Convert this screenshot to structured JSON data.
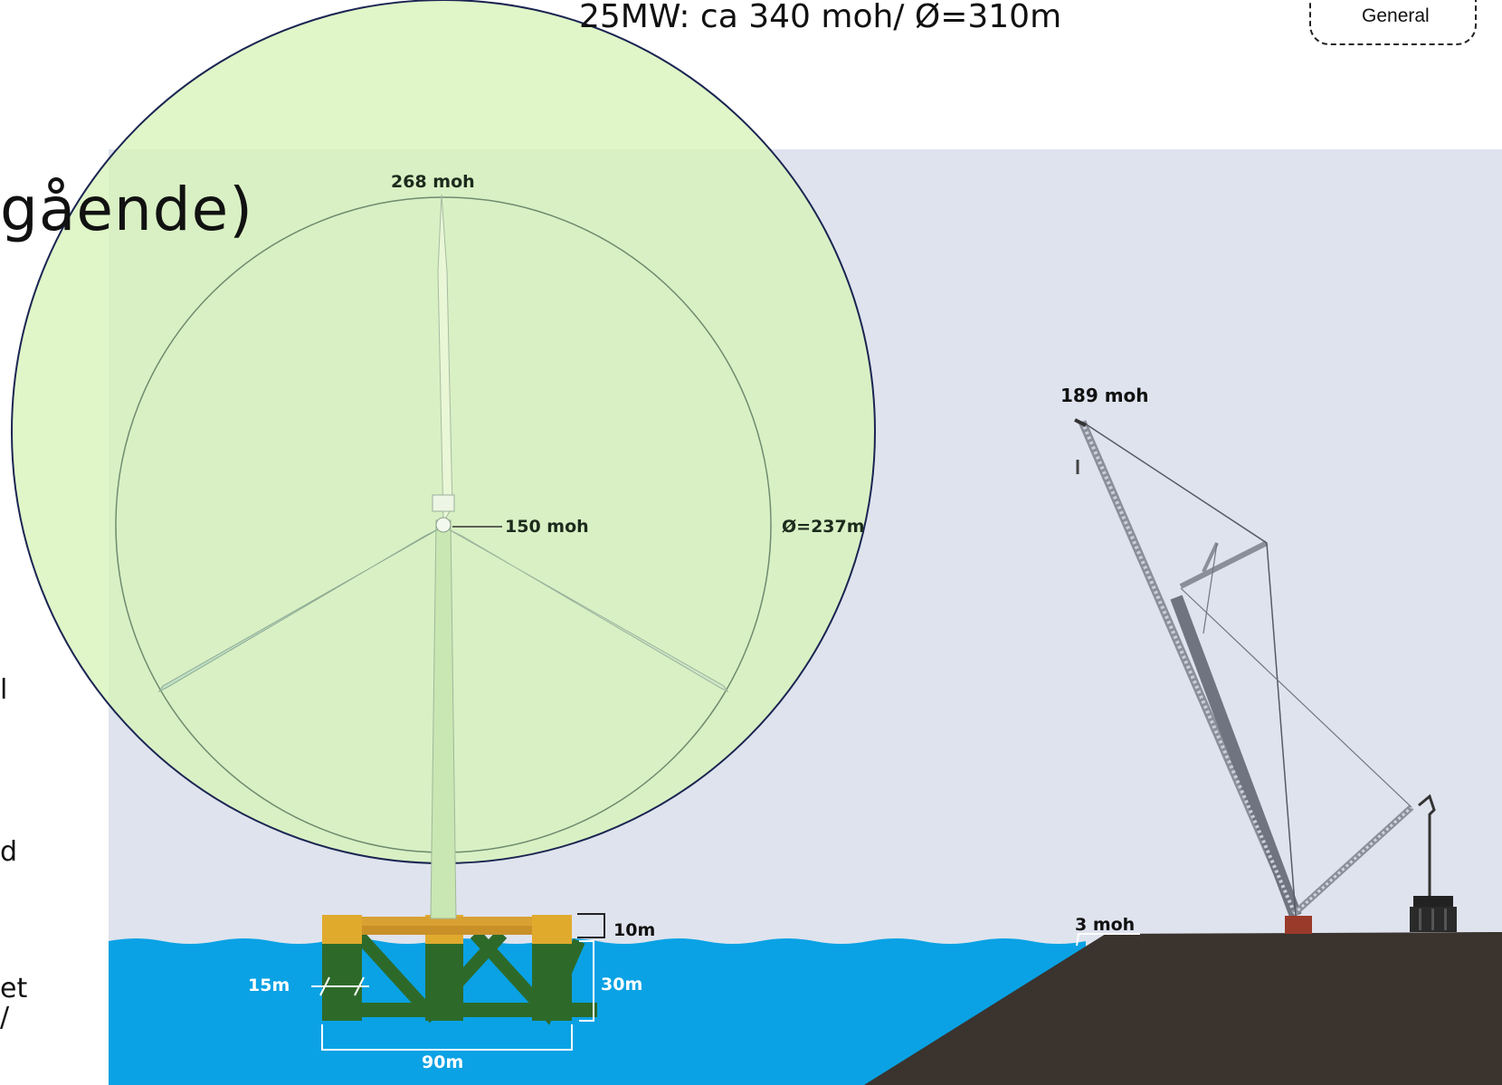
{
  "header": {
    "turbine_spec": "25MW: ca 340 moh/ Ø=310m",
    "classification_badge": "General"
  },
  "slide": {
    "title_fragment": "gående)",
    "side_fragments": [
      "l",
      "d",
      "et",
      "/"
    ]
  },
  "figure": {
    "tip_height": "268 moh",
    "hub_height": "150 moh",
    "rotor_diameter": "Ø=237m",
    "platform_above_water": "10m",
    "column_diameter": "15m",
    "platform_draft": "30m",
    "platform_width": "90m",
    "crane_height": "189 moh",
    "quay_height": "3 moh"
  },
  "colors": {
    "sky": "#dfe3ee",
    "sea": "#0aa2e4",
    "ground": "#3a332e",
    "overlay_fill": "#dcf7c0",
    "overlay_stroke": "#1a2552",
    "platform_yellow": "#e0aa2d",
    "platform_green": "#2d6a2a"
  }
}
